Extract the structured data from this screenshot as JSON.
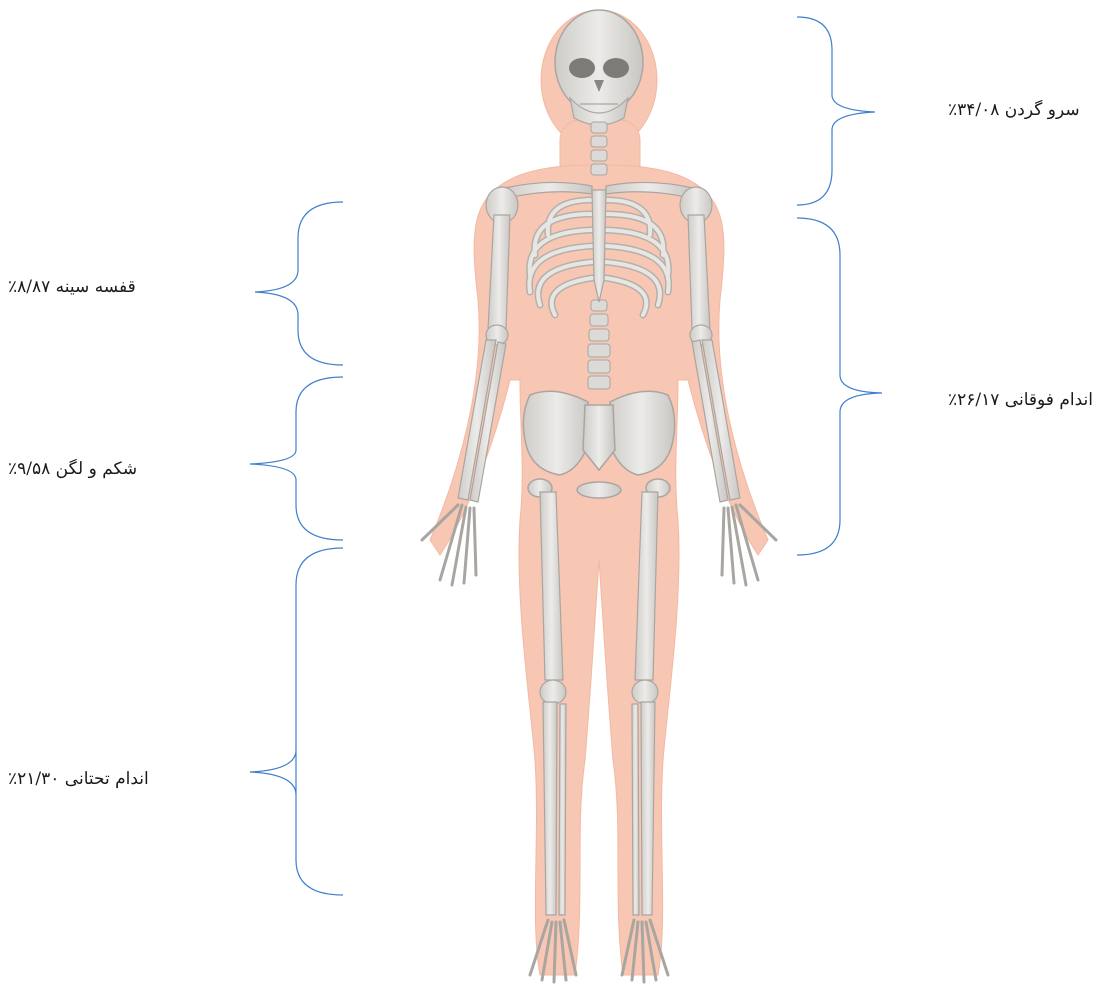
{
  "labels": {
    "head_neck": "سرو گردن ۳۴/۰۸٪",
    "upper_limb": "اندام فوقانی ۲۶/۱۷٪",
    "thorax": "قفسه سینه ۸/۸۷٪",
    "abdomen_pelvis": "شکم و لگن ۹/۵۸٪",
    "lower_limb": "اندام تحتانی ۲۱/۳۰٪"
  },
  "colors": {
    "body_outline": "#f8c7b4",
    "bone": "#e2e0dd",
    "bone_shade": "#bdbab6",
    "bracket": "#3f7fcf"
  },
  "icons": {
    "figure": "human-skeleton-icon"
  }
}
